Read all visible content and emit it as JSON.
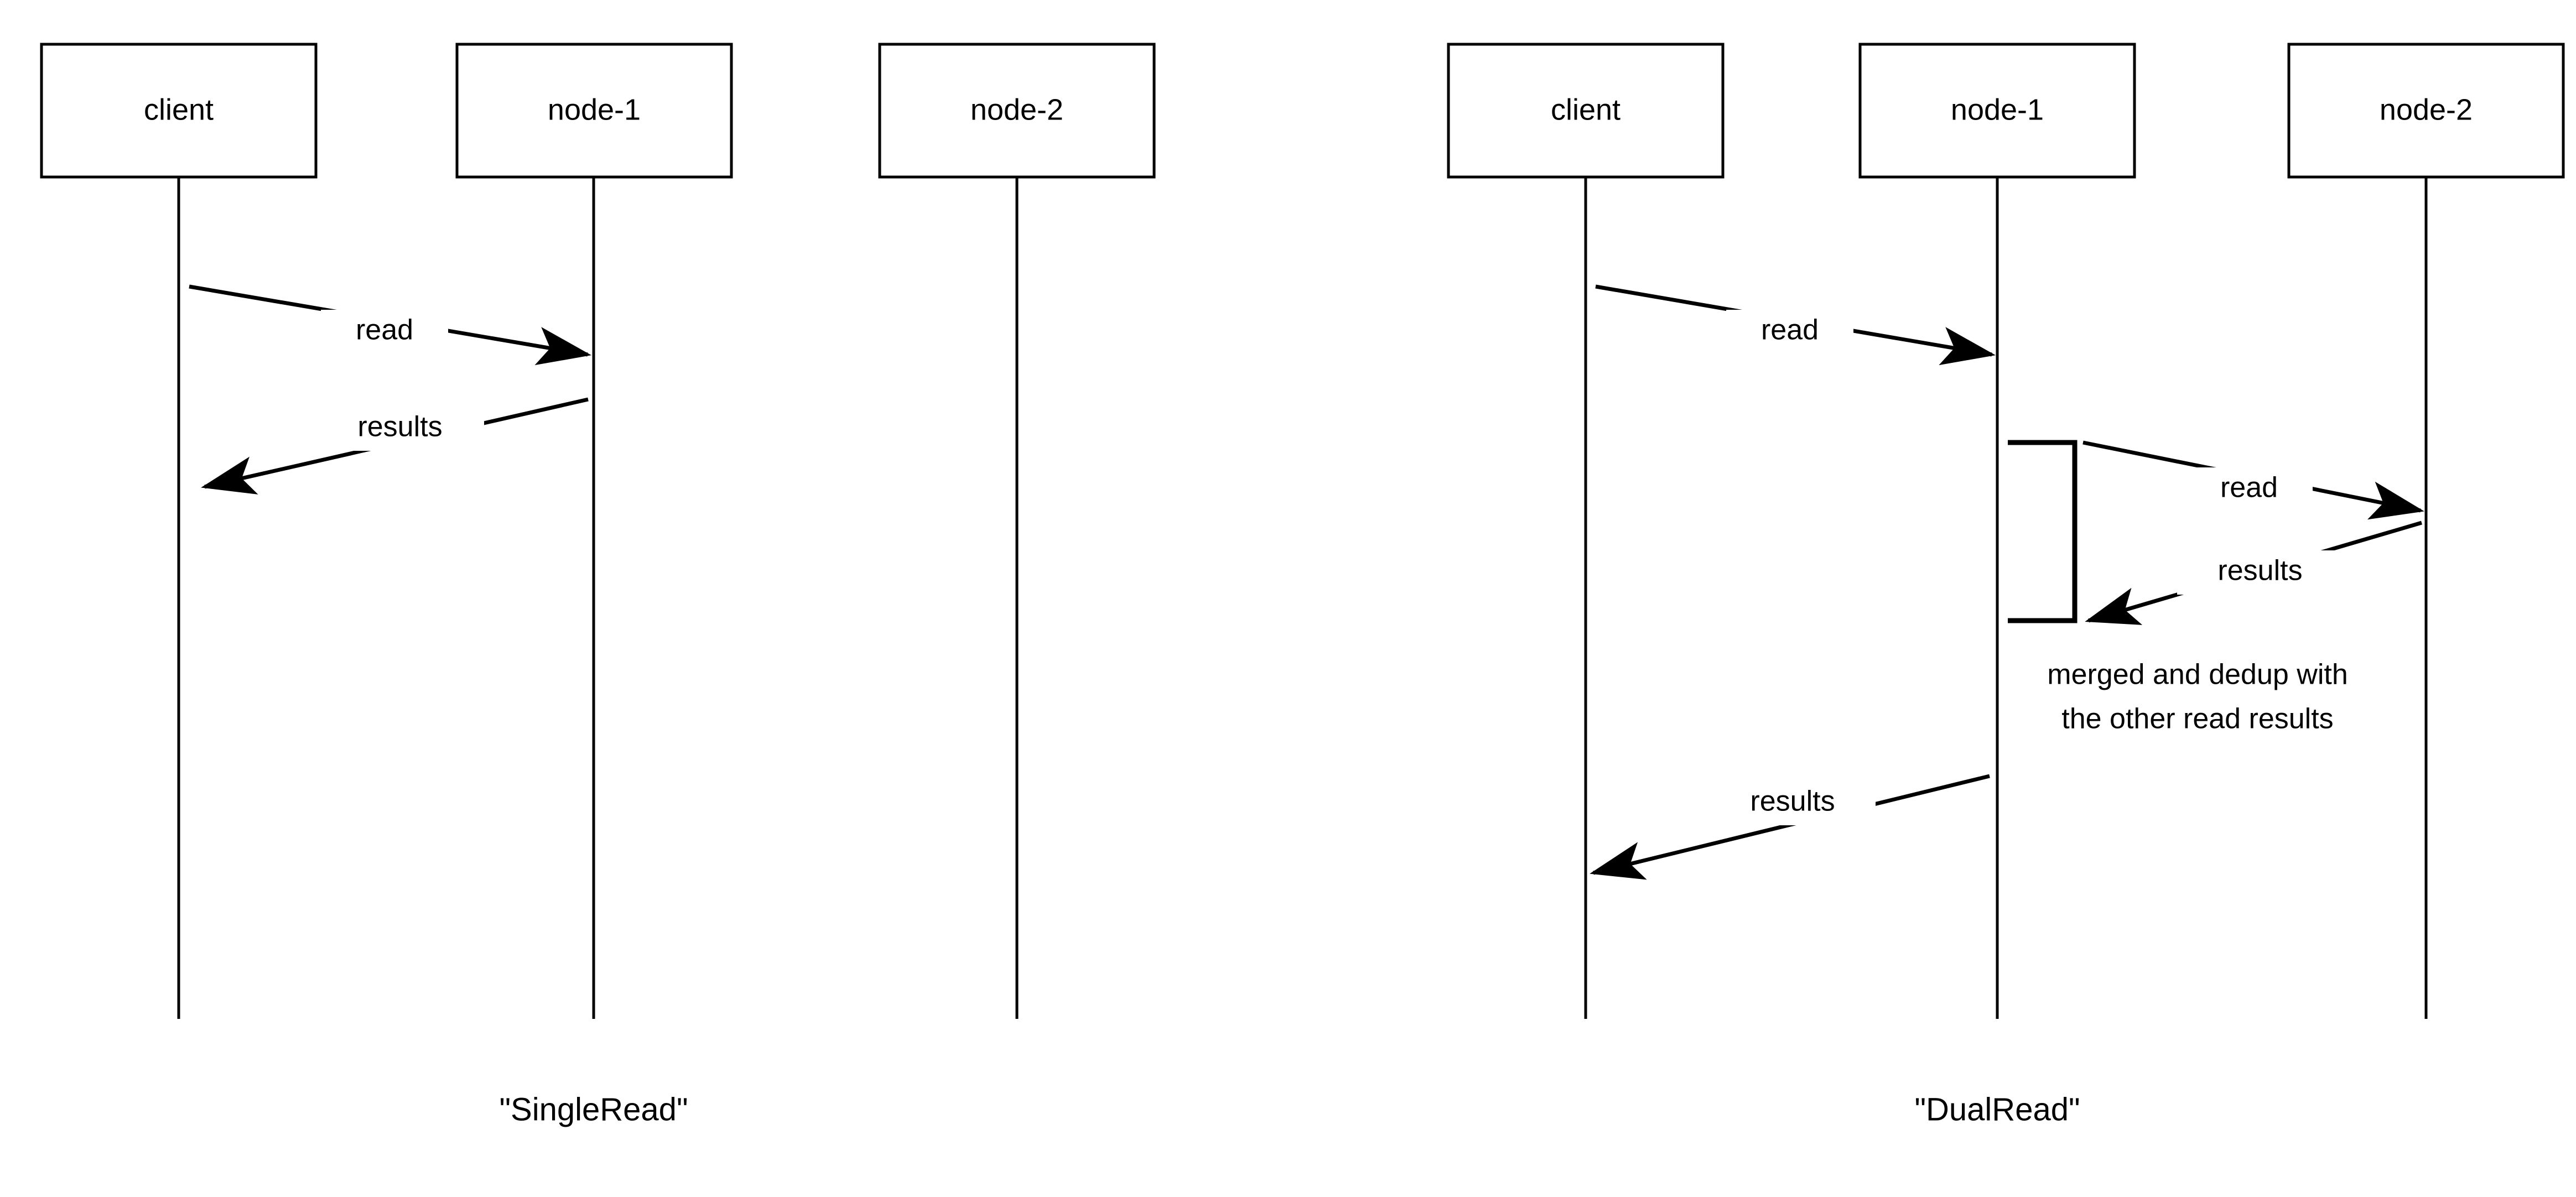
{
  "diagram": {
    "type": "sequence-diagram",
    "background_color": "#ffffff",
    "line_color": "#000000",
    "panels": [
      {
        "id": "single-read",
        "caption": "\"SingleRead\"",
        "participants": [
          {
            "id": "client",
            "label": "client"
          },
          {
            "id": "node-1",
            "label": "node-1"
          },
          {
            "id": "node-2",
            "label": "node-2"
          }
        ],
        "messages": [
          {
            "id": "m1",
            "label": "read",
            "from": "client",
            "to": "node-1",
            "direction": "right"
          },
          {
            "id": "m2",
            "label": "results",
            "from": "node-1",
            "to": "client",
            "direction": "left"
          }
        ],
        "activations": [],
        "notes": []
      },
      {
        "id": "dual-read",
        "caption": "\"DualRead\"",
        "participants": [
          {
            "id": "client",
            "label": "client"
          },
          {
            "id": "node-1",
            "label": "node-1"
          },
          {
            "id": "node-2",
            "label": "node-2"
          }
        ],
        "messages": [
          {
            "id": "m1",
            "label": "read",
            "from": "client",
            "to": "node-1",
            "direction": "right"
          },
          {
            "id": "m2",
            "label": "read",
            "from": "node-1",
            "to": "node-2",
            "direction": "right"
          },
          {
            "id": "m3",
            "label": "results",
            "from": "node-2",
            "to": "node-1",
            "direction": "left"
          },
          {
            "id": "m4",
            "label": "results",
            "from": "node-1",
            "to": "client",
            "direction": "left"
          }
        ],
        "activations": [
          {
            "id": "a1",
            "on": "node-1"
          }
        ],
        "notes": [
          {
            "id": "n1",
            "on": "node-1",
            "lines": [
              "merged and dedup with",
              "the other read results"
            ]
          }
        ]
      }
    ]
  }
}
